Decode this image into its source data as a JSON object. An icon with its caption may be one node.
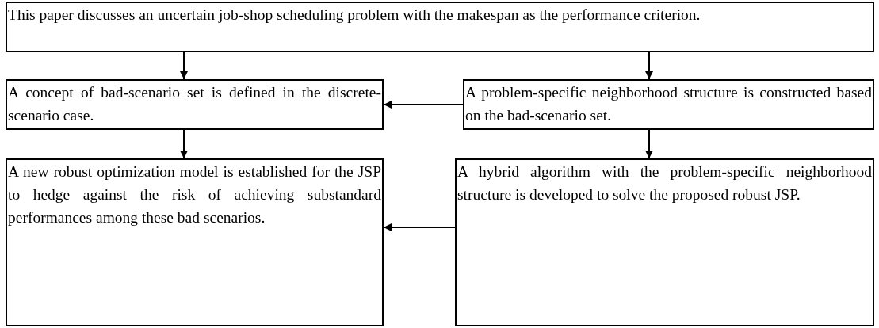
{
  "diagram": {
    "nodes": [
      {
        "text": [
          "This paper discusses an uncertain job-shop scheduling problem with the makespan as the performance criterion."
        ]
      },
      {
        "text": [
          "A concept of bad-scenario set is defined in the discrete-scenario case."
        ]
      },
      {
        "text": [
          "A problem-specific neighborhood structure is constructed based on the bad-scenario set."
        ]
      },
      {
        "text": [
          "A new robust optimization model is established for the JSP to hedge against the risk of achieving substandard performances among these bad scenarios."
        ]
      },
      {
        "text": [
          "A hybrid algorithm with the problem-specific neighborhood structure is developed to solve the proposed robust JSP."
        ]
      }
    ],
    "edges": [
      {
        "from": 0,
        "to": 1,
        "arrow": "to"
      },
      {
        "from": 0,
        "to": 2,
        "arrow": "to"
      },
      {
        "from": 2,
        "to": 1,
        "arrow": "to"
      },
      {
        "from": 1,
        "to": 3,
        "arrow": "to"
      },
      {
        "from": 2,
        "to": 4,
        "arrow": "to"
      },
      {
        "from": 4,
        "to": 3,
        "arrow": "to"
      }
    ]
  }
}
